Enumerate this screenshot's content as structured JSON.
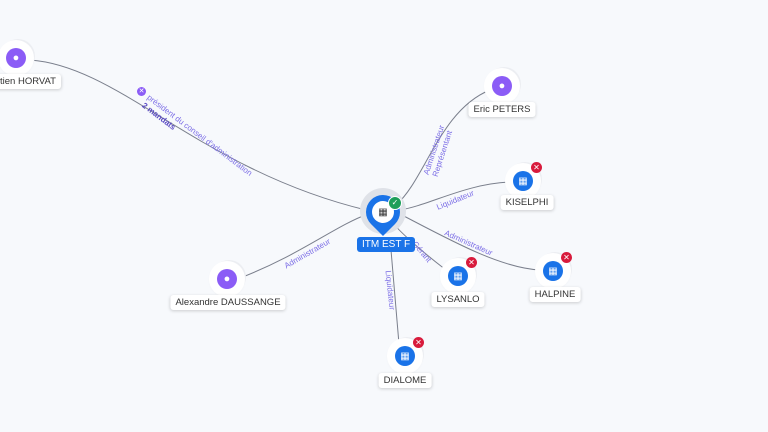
{
  "center": {
    "name": "ITM EST F",
    "status": "active"
  },
  "nodes": [
    {
      "id": "horvat",
      "name": "tien HORVAT",
      "type": "person"
    },
    {
      "id": "peters",
      "name": "Eric PETERS",
      "type": "person"
    },
    {
      "id": "daussange",
      "name": "Alexandre DAUSSANGE",
      "type": "person"
    },
    {
      "id": "kiselphi",
      "name": "KISELPHI",
      "type": "company",
      "status": "closed"
    },
    {
      "id": "halpine",
      "name": "HALPINE",
      "type": "company",
      "status": "closed"
    },
    {
      "id": "lysanlo",
      "name": "LYSANLO",
      "type": "company",
      "status": "closed"
    },
    {
      "id": "dialome",
      "name": "DIALOME",
      "type": "company",
      "status": "closed"
    }
  ],
  "edges": {
    "horvat": "président du conseil d'administration",
    "horvat_count": "2 mandats",
    "peters": "Administrateur",
    "peters2": "Représentant",
    "daussange": "Administrateur",
    "kiselphi": "Liquidateur",
    "halpine": "Administrateur",
    "lysanlo": "Gérant",
    "dialome": "Liquidateur"
  },
  "colors": {
    "person": "#8b5cf6",
    "company": "#1a73e8",
    "closed": "#d81b3c",
    "active": "#1e9e5a"
  }
}
